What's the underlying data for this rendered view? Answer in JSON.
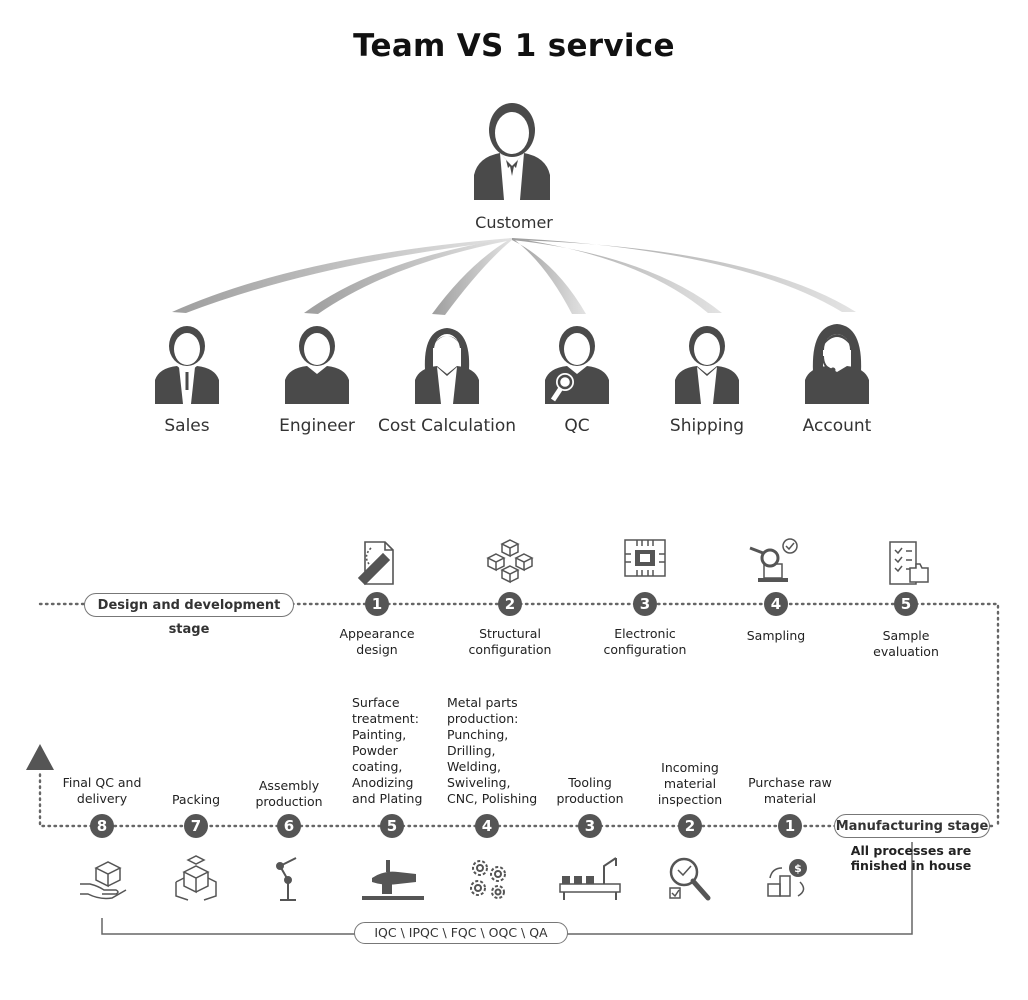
{
  "title": "Team VS 1 service",
  "customer": {
    "label": "Customer"
  },
  "roles": [
    "Sales",
    "Engineer",
    "Cost Calculation",
    "QC",
    "Shipping",
    "Account"
  ],
  "design_stage": {
    "label": "Design and development stage",
    "steps": [
      {
        "num": "1",
        "label": "Appearance\ndesign",
        "icon": "pencil-design-icon"
      },
      {
        "num": "2",
        "label": "Structural\nconfiguration",
        "icon": "cubes-icon"
      },
      {
        "num": "3",
        "label": "Electronic\nconfiguration",
        "icon": "chip-icon"
      },
      {
        "num": "4",
        "label": "Sampling",
        "icon": "magnifier-check-icon"
      },
      {
        "num": "5",
        "label": "Sample\nevaluation",
        "icon": "clipboard-thumb-icon"
      }
    ]
  },
  "manufacturing_stage": {
    "label": "Manufacturing stage",
    "note": "All processes are\nfinished in house",
    "steps": [
      {
        "num": "1",
        "label": "Purchase raw\nmaterial",
        "icon": "purchase-icon"
      },
      {
        "num": "2",
        "label": "Incoming\nmaterial\ninspection",
        "icon": "magnifier-inspect-icon"
      },
      {
        "num": "3",
        "label": "Tooling\nproduction",
        "icon": "conveyor-icon"
      },
      {
        "num": "4",
        "label": "Metal parts\nproduction:\nPunching,\nDrilling,\nWelding,\nSwiveling,\nCNC, Polishing",
        "icon": "gears-icon"
      },
      {
        "num": "5",
        "label": "Surface\ntreatment:\nPainting,\nPowder\ncoating,\nAnodizing\nand Plating",
        "icon": "spray-gun-icon"
      },
      {
        "num": "6",
        "label": "Assembly\nproduction",
        "icon": "robot-arm-icon"
      },
      {
        "num": "7",
        "label": "Packing",
        "icon": "boxes-icon"
      },
      {
        "num": "8",
        "label": "Final QC and\ndelivery",
        "icon": "hand-box-icon"
      }
    ]
  },
  "qc_label": "IQC \\ IPQC \\ FQC \\ OQC \\ QA",
  "colors": {
    "figure": "#4a4a4a",
    "line": "#666666",
    "badge": "#555555"
  }
}
